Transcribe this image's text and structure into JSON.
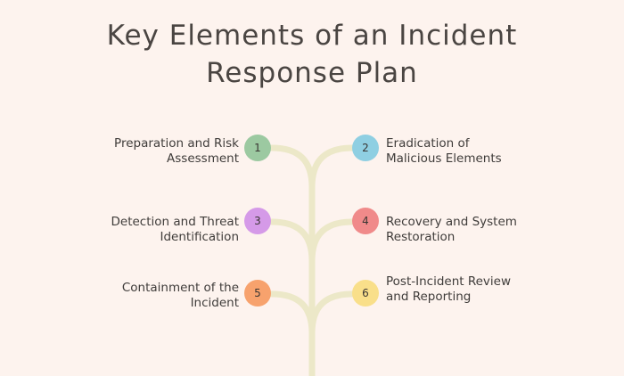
{
  "title": {
    "line1": "Key Elements of an Incident",
    "line2": "Response Plan"
  },
  "colors": {
    "background": "#fdf3ee",
    "stem": "#ece8c8"
  },
  "items": [
    {
      "number": "1",
      "line1": "Preparation and Risk",
      "line2": "Assessment",
      "side": "left",
      "color": "#9cc9a1"
    },
    {
      "number": "2",
      "line1": "Eradication of",
      "line2": "Malicious Elements",
      "side": "right",
      "color": "#8fcfe2"
    },
    {
      "number": "3",
      "line1": "Detection and Threat",
      "line2": "Identification",
      "side": "left",
      "color": "#d59ae8"
    },
    {
      "number": "4",
      "line1": "Recovery and System",
      "line2": "Restoration",
      "side": "right",
      "color": "#f08a8a"
    },
    {
      "number": "5",
      "line1": "Containment of the",
      "line2": "Incident",
      "side": "left",
      "color": "#f7a26d"
    },
    {
      "number": "6",
      "line1": "Post-Incident Review",
      "line2": "and Reporting",
      "side": "right",
      "color": "#f9df8a"
    }
  ]
}
